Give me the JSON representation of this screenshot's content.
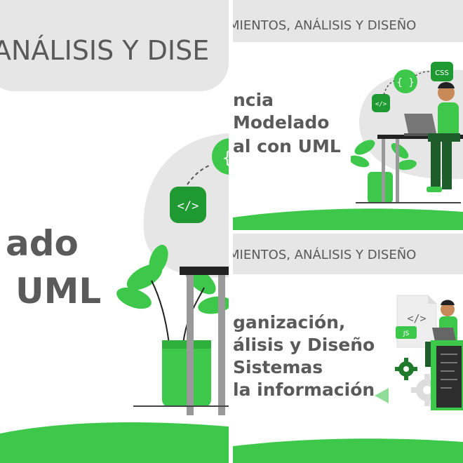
{
  "slides": [
    {
      "header": "ANÁLISIS Y DISE",
      "title_lines": [
        "ado",
        "UML"
      ]
    },
    {
      "header": "MIENTOS, ANÁLISIS Y DISEÑO",
      "title_lines": [
        "ncia",
        "Modelado",
        "al con UML"
      ],
      "badges": [
        "{ }",
        "CSS",
        "</>"
      ]
    },
    {
      "header": "MIENTOS, ANÁLISIS Y DISEÑO",
      "title_lines": [
        "ganización,",
        "álisis y Diseño",
        "Sistemas",
        "la información"
      ],
      "badges": [
        "</>",
        "JS"
      ]
    }
  ],
  "icons": [
    "code-badge-icon",
    "curly-braces-badge-icon",
    "css-badge-icon",
    "js-badge-icon",
    "gear-icon",
    "plant-icon",
    "desk-icon",
    "laptop-icon",
    "person-icon",
    "play-arrow-icon"
  ],
  "colors": {
    "accent": "#3ec84b",
    "dark_green": "#1f9a33",
    "gray_band": "#e6e6e6",
    "text": "#5a5a5a"
  }
}
